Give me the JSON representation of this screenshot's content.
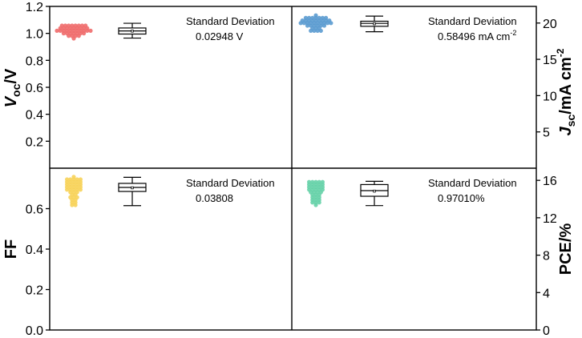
{
  "chart_data": [
    {
      "panel": "Voc",
      "type": "box+scatter",
      "ylabel_main": "V",
      "ylabel_sub": "oc",
      "ylabel_tail": "/V",
      "ylim": [
        0,
        1.2
      ],
      "yticks": [
        0.2,
        0.4,
        0.6,
        0.8,
        1.0,
        1.2
      ],
      "ytick_labels": [
        "0.2",
        "0.4",
        "0.6",
        "0.8",
        "1.0",
        "1.2"
      ],
      "annotation_title": "Standard Deviation",
      "annotation_value": "0.02948 V",
      "color": "#f06b6b",
      "box": {
        "min": 0.965,
        "q1": 0.995,
        "median": 1.018,
        "q3": 1.04,
        "max": 1.075,
        "mean": 1.017
      },
      "points": [
        1.065,
        1.06,
        1.06,
        1.058,
        1.055,
        1.05,
        1.05,
        1.048,
        1.045,
        1.045,
        1.04,
        1.04,
        1.038,
        1.035,
        1.035,
        1.03,
        1.03,
        1.028,
        1.025,
        1.025,
        1.02,
        1.02,
        1.018,
        1.015,
        1.015,
        1.012,
        1.01,
        1.01,
        1.005,
        1.005,
        1.0,
        1.0,
        0.998,
        0.995,
        0.995,
        0.99,
        0.985,
        0.98,
        0.975,
        0.97
      ]
    },
    {
      "panel": "Jsc",
      "type": "box+scatter",
      "ylabel_main": "J",
      "ylabel_sub": "sc",
      "ylabel_tail": "/mA cm",
      "ylabel_sup": "-2",
      "ylim": [
        0,
        22.29
      ],
      "yticks": [
        5,
        10,
        15,
        20
      ],
      "ytick_labels": [
        "5",
        "10",
        "15",
        "20"
      ],
      "annotation_title": "Standard Deviation",
      "annotation_value": "0.58496 mA cm",
      "annotation_sup": "-2",
      "color": "#5b9bd0",
      "box": {
        "min": 18.8,
        "q1": 19.55,
        "median": 19.95,
        "q3": 20.25,
        "max": 20.95,
        "mean": 19.9
      },
      "points": [
        20.9,
        20.85,
        20.8,
        20.75,
        20.7,
        20.6,
        20.6,
        20.55,
        20.5,
        20.45,
        20.4,
        20.35,
        20.3,
        20.3,
        20.25,
        20.2,
        20.2,
        20.15,
        20.1,
        20.1,
        20.05,
        20.0,
        20.0,
        19.95,
        19.9,
        19.9,
        19.85,
        19.8,
        19.75,
        19.7,
        19.65,
        19.6,
        19.5,
        19.4,
        19.3,
        19.2,
        19.1,
        19.0,
        18.9,
        18.85
      ]
    },
    {
      "panel": "FF",
      "type": "box+scatter",
      "ylabel_main": "FF",
      "ylim": [
        0,
        0.8
      ],
      "yticks": [
        0.0,
        0.2,
        0.4,
        0.6
      ],
      "ytick_labels": [
        "0.0",
        "0.2",
        "0.4",
        "0.6"
      ],
      "annotation_title": "Standard Deviation",
      "annotation_value": "0.03808",
      "color": "#f7d35a",
      "box": {
        "min": 0.615,
        "q1": 0.685,
        "median": 0.705,
        "q3": 0.725,
        "max": 0.755,
        "mean": 0.703
      },
      "points": [
        0.752,
        0.75,
        0.748,
        0.745,
        0.742,
        0.74,
        0.738,
        0.735,
        0.732,
        0.73,
        0.728,
        0.725,
        0.722,
        0.72,
        0.718,
        0.715,
        0.712,
        0.71,
        0.708,
        0.705,
        0.702,
        0.7,
        0.698,
        0.695,
        0.692,
        0.69,
        0.685,
        0.68,
        0.675,
        0.67,
        0.665,
        0.66,
        0.655,
        0.65,
        0.645,
        0.64,
        0.635,
        0.628,
        0.62,
        0.615
      ]
    },
    {
      "panel": "PCE",
      "type": "box+scatter",
      "ylabel_main": "PCE/%",
      "ylim": [
        0,
        17.3
      ],
      "yticks": [
        0,
        4,
        8,
        12,
        16
      ],
      "ytick_labels": [
        "0",
        "4",
        "8",
        "12",
        "16"
      ],
      "annotation_title": "Standard Deviation",
      "annotation_value": "0.97010%",
      "color": "#66d2a8",
      "box": {
        "min": 13.3,
        "q1": 14.3,
        "median": 14.9,
        "q3": 15.55,
        "max": 15.9,
        "mean": 14.85
      },
      "points": [
        15.9,
        15.85,
        15.8,
        15.75,
        15.7,
        15.65,
        15.6,
        15.55,
        15.5,
        15.45,
        15.4,
        15.35,
        15.3,
        15.25,
        15.2,
        15.1,
        15.05,
        15.0,
        14.95,
        14.9,
        14.85,
        14.8,
        14.7,
        14.6,
        14.5,
        14.45,
        14.4,
        14.3,
        14.2,
        14.1,
        14.0,
        13.9,
        13.8,
        13.7,
        13.6,
        13.5,
        13.4
      ]
    }
  ]
}
